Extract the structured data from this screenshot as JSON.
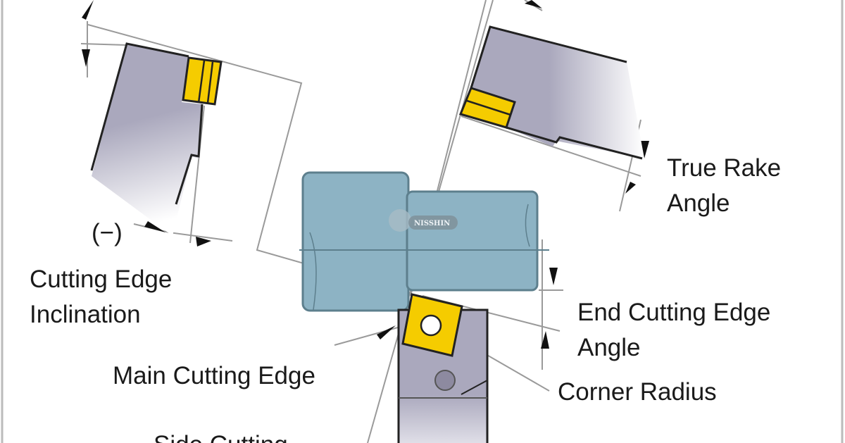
{
  "labels": {
    "cutting_edge_inclination": [
      "Cutting Edge",
      "Inclination"
    ],
    "negative_sign": "(−)",
    "true_rake_angle": [
      "True Rake",
      "Angle"
    ],
    "end_cutting_edge_angle": [
      "End Cutting Edge",
      "Angle"
    ],
    "main_cutting_edge": "Main Cutting Edge",
    "corner_radius": "Corner Radius",
    "side_cutting": "Side Cutting"
  },
  "watermark": "NISSHIN",
  "colors": {
    "workpiece": "#8db3c4",
    "insert": "#f5cc00",
    "tool_body": "#a9a7bc",
    "guide_line": "#9a9a9a"
  }
}
